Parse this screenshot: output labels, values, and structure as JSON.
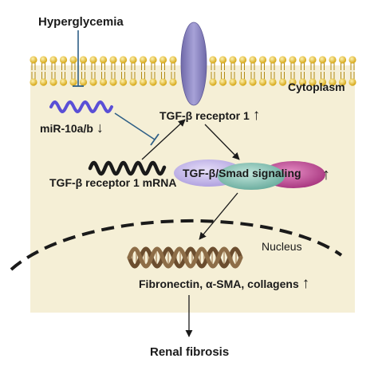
{
  "labels": {
    "hyperglycemia": "Hyperglycemia",
    "cytoplasm": "Cytoplasm",
    "mirna": "miR-10a/b",
    "mirna_arrow": "↓",
    "receptor": "TGF-β receptor 1",
    "receptor_arrow": "↑",
    "mrna": "TGF-β receptor 1 mRNA",
    "signaling": "TGF-β/Smad signaling",
    "signaling_arrow": "↑",
    "nucleus": "Nucleus",
    "genes": "Fibronectin, α-SMA, collagens",
    "genes_arrow": "↑",
    "outcome": "Renal fibrosis"
  },
  "colors": {
    "cytoplasm_bg": "#f5efd6",
    "lipid_head": "#e1b62a",
    "lipid_tail": "#b38b14",
    "receptor": "#8a84c0",
    "mirna_wave": "#5a4fd6",
    "inhibit_line": "#2f5f86",
    "smad_green": "#8cc6b6",
    "smad_purple": "#b8388a",
    "smad_lavender": "#c4b8ec",
    "dna": "#9a7a55",
    "line": "#1a1a1a"
  },
  "icons": [
    "receptor-icon",
    "mirna-wave-icon",
    "mrna-wave-icon",
    "smad-complex-icon",
    "dna-helix-icon",
    "membrane-icon"
  ]
}
